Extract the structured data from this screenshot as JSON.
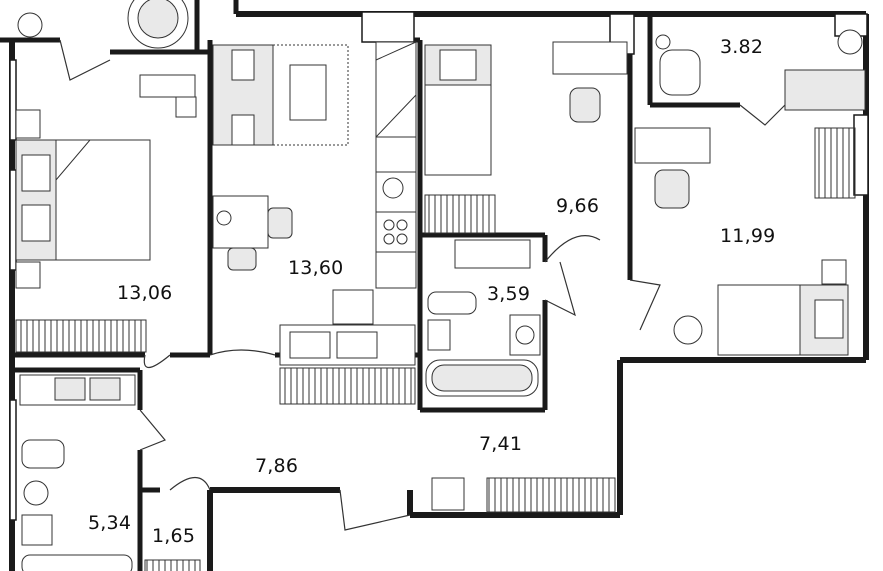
{
  "plan": {
    "rooms": [
      {
        "id": "bedroom-left",
        "area": "13,06"
      },
      {
        "id": "kitchen-living",
        "area": "13,60"
      },
      {
        "id": "bedroom-middle",
        "area": "9,66"
      },
      {
        "id": "bathroom-middle",
        "area": "3,59"
      },
      {
        "id": "bedroom-right",
        "area": "11,99"
      },
      {
        "id": "balcony",
        "area": "3.82"
      },
      {
        "id": "hall-left",
        "area": "7,86"
      },
      {
        "id": "hall-right",
        "area": "7,41"
      },
      {
        "id": "bathroom-left",
        "area": "5,34"
      },
      {
        "id": "closet",
        "area": "1,65"
      }
    ]
  },
  "colors": {
    "wall": "#1a1a1a",
    "furniture": "#e9e9e9",
    "line": "#333333",
    "background": "#ffffff"
  }
}
